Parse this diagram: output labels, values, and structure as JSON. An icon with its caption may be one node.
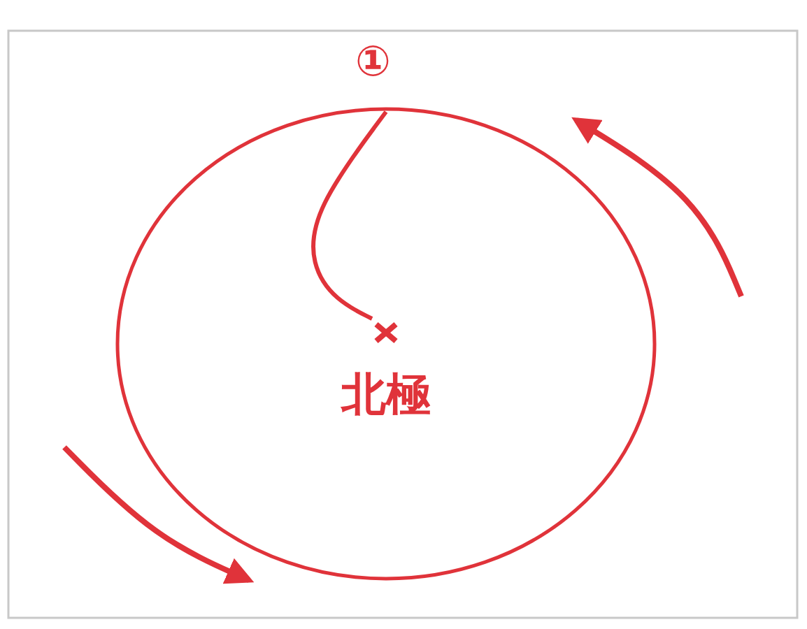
{
  "diagram": {
    "nodes": [
      {
        "text": [
          "①"
        ]
      },
      {
        "text": [
          "北極"
        ],
        "in": 0
      }
    ],
    "edges": [
      {
        "from": 0,
        "to": 1,
        "arrow": "none"
      }
    ]
  }
}
